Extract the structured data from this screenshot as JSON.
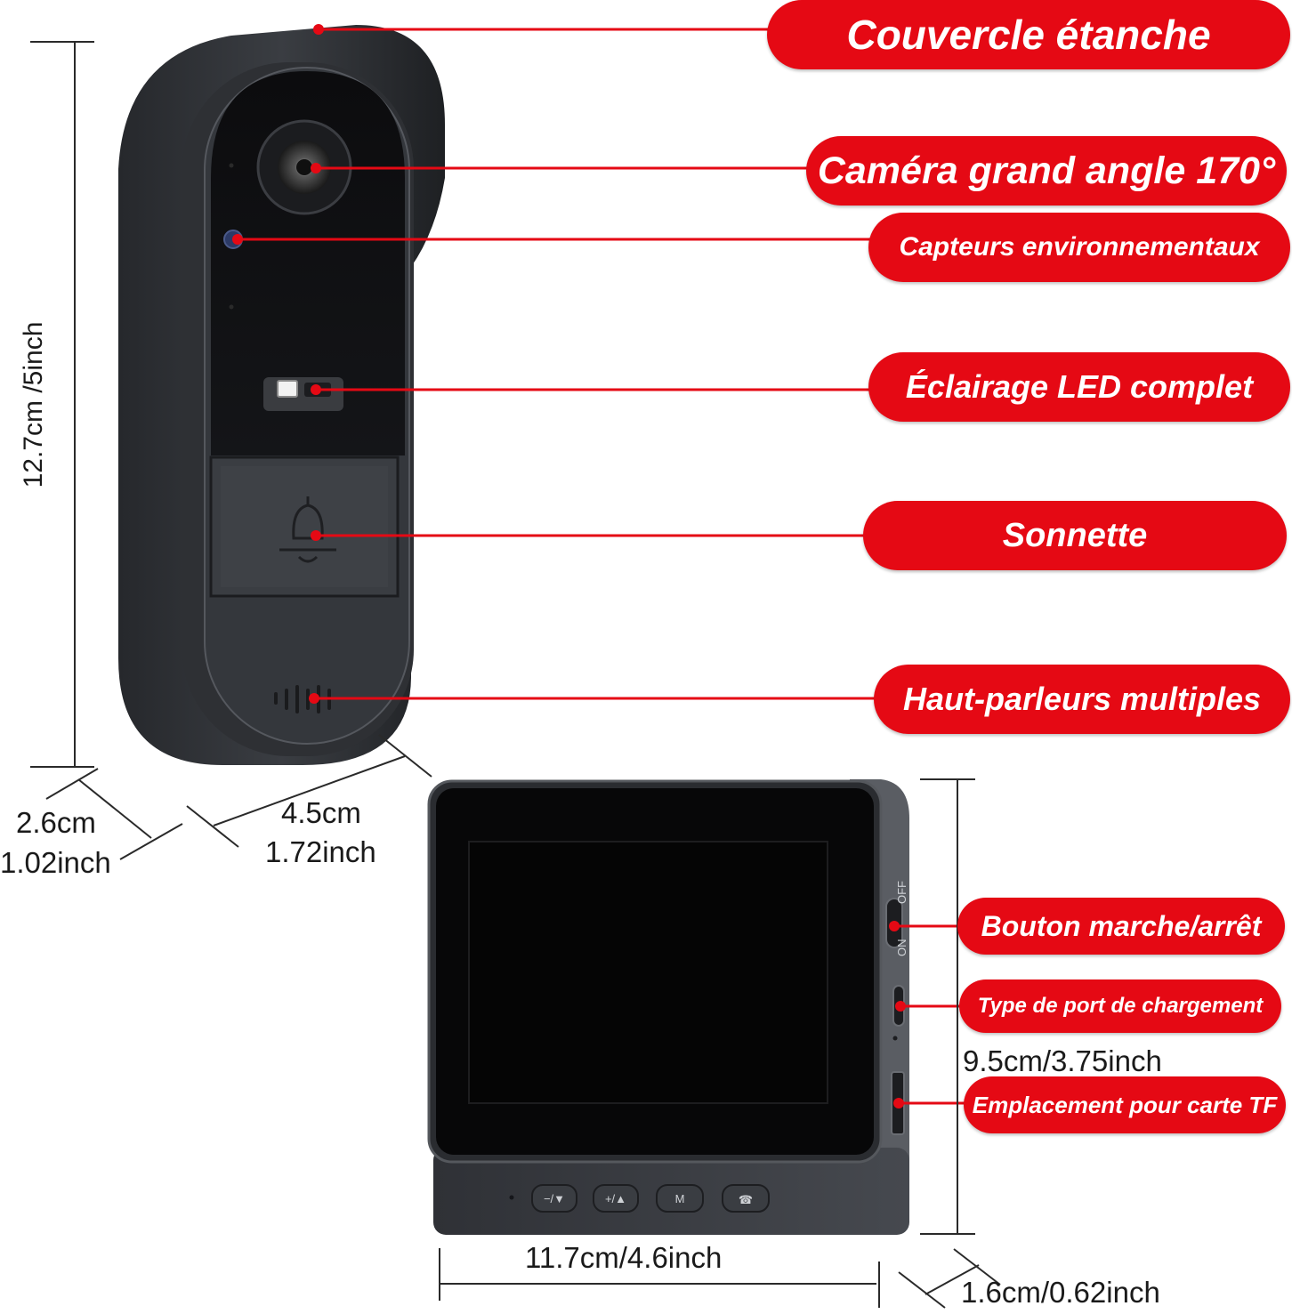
{
  "callouts": {
    "cover": "Couvercle étanche",
    "camera": "Caméra grand angle 170°",
    "sensors": "Capteurs environnementaux",
    "led": "Éclairage LED complet",
    "bell": "Sonnette",
    "speakers": "Haut-parleurs multiples",
    "power": "Bouton marche/arrêt",
    "port": "Type de port de chargement",
    "tf": "Emplacement pour carte TF"
  },
  "dimensions": {
    "doorbell_height": "12.7cm /5inch",
    "doorbell_depth_cm": "2.6cm",
    "doorbell_depth_in": "1.02inch",
    "doorbell_width_cm": "4.5cm",
    "doorbell_width_in": "1.72inch",
    "monitor_width": "11.7cm/4.6inch",
    "monitor_height": "9.5cm/3.75inch",
    "monitor_depth": "1.6cm/0.62inch"
  },
  "monitor_labels": {
    "off": "OFF",
    "on": "ON",
    "btn_minus": "−/▼",
    "btn_plus": "+/▲",
    "btn_m": "M",
    "btn_call": "☎"
  },
  "colors": {
    "accent": "#e50914",
    "device": "#2b2d31",
    "screen": "#050505"
  }
}
